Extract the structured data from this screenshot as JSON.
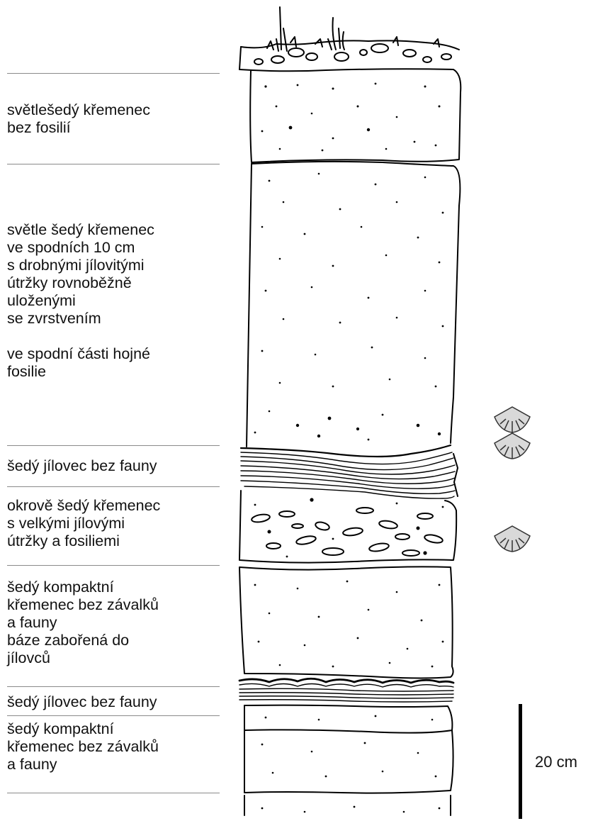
{
  "layers": [
    {
      "id": "layer-1",
      "lines": [
        "světlešedý křemenec",
        "bez fosilií"
      ]
    },
    {
      "id": "layer-2",
      "lines": [
        "světle šedý křemenec",
        "ve spodních 10 cm",
        "s drobnými jílovitými",
        "útržky rovnoběžně",
        "uloženými",
        "se zvrstvením",
        "",
        "ve spodní části hojné",
        "fosilie"
      ]
    },
    {
      "id": "layer-3",
      "lines": [
        "šedý jílovec bez fauny"
      ]
    },
    {
      "id": "layer-4",
      "lines": [
        "okrově šedý křemenec",
        "s velkými jílovými",
        "útržky a fosiliemi"
      ]
    },
    {
      "id": "layer-5",
      "lines": [
        "šedý kompaktní",
        "křemenec bez závalků",
        "a fauny",
        "báze zabořená do",
        "jílovců"
      ]
    },
    {
      "id": "layer-6",
      "lines": [
        "šedý jílovec bez fauny"
      ]
    },
    {
      "id": "layer-7",
      "lines": [
        "šedý kompaktní",
        "křemenec bez závalků",
        "a fauny"
      ]
    }
  ],
  "scale": {
    "label": "20 cm",
    "length_cm": 20
  },
  "fossil_symbol": {
    "name": "brachiopod-fossil-icon",
    "fill": "#d9d9d9",
    "count": 3
  },
  "colors": {
    "ink": "#000000",
    "separator": "#8a8a8a"
  }
}
